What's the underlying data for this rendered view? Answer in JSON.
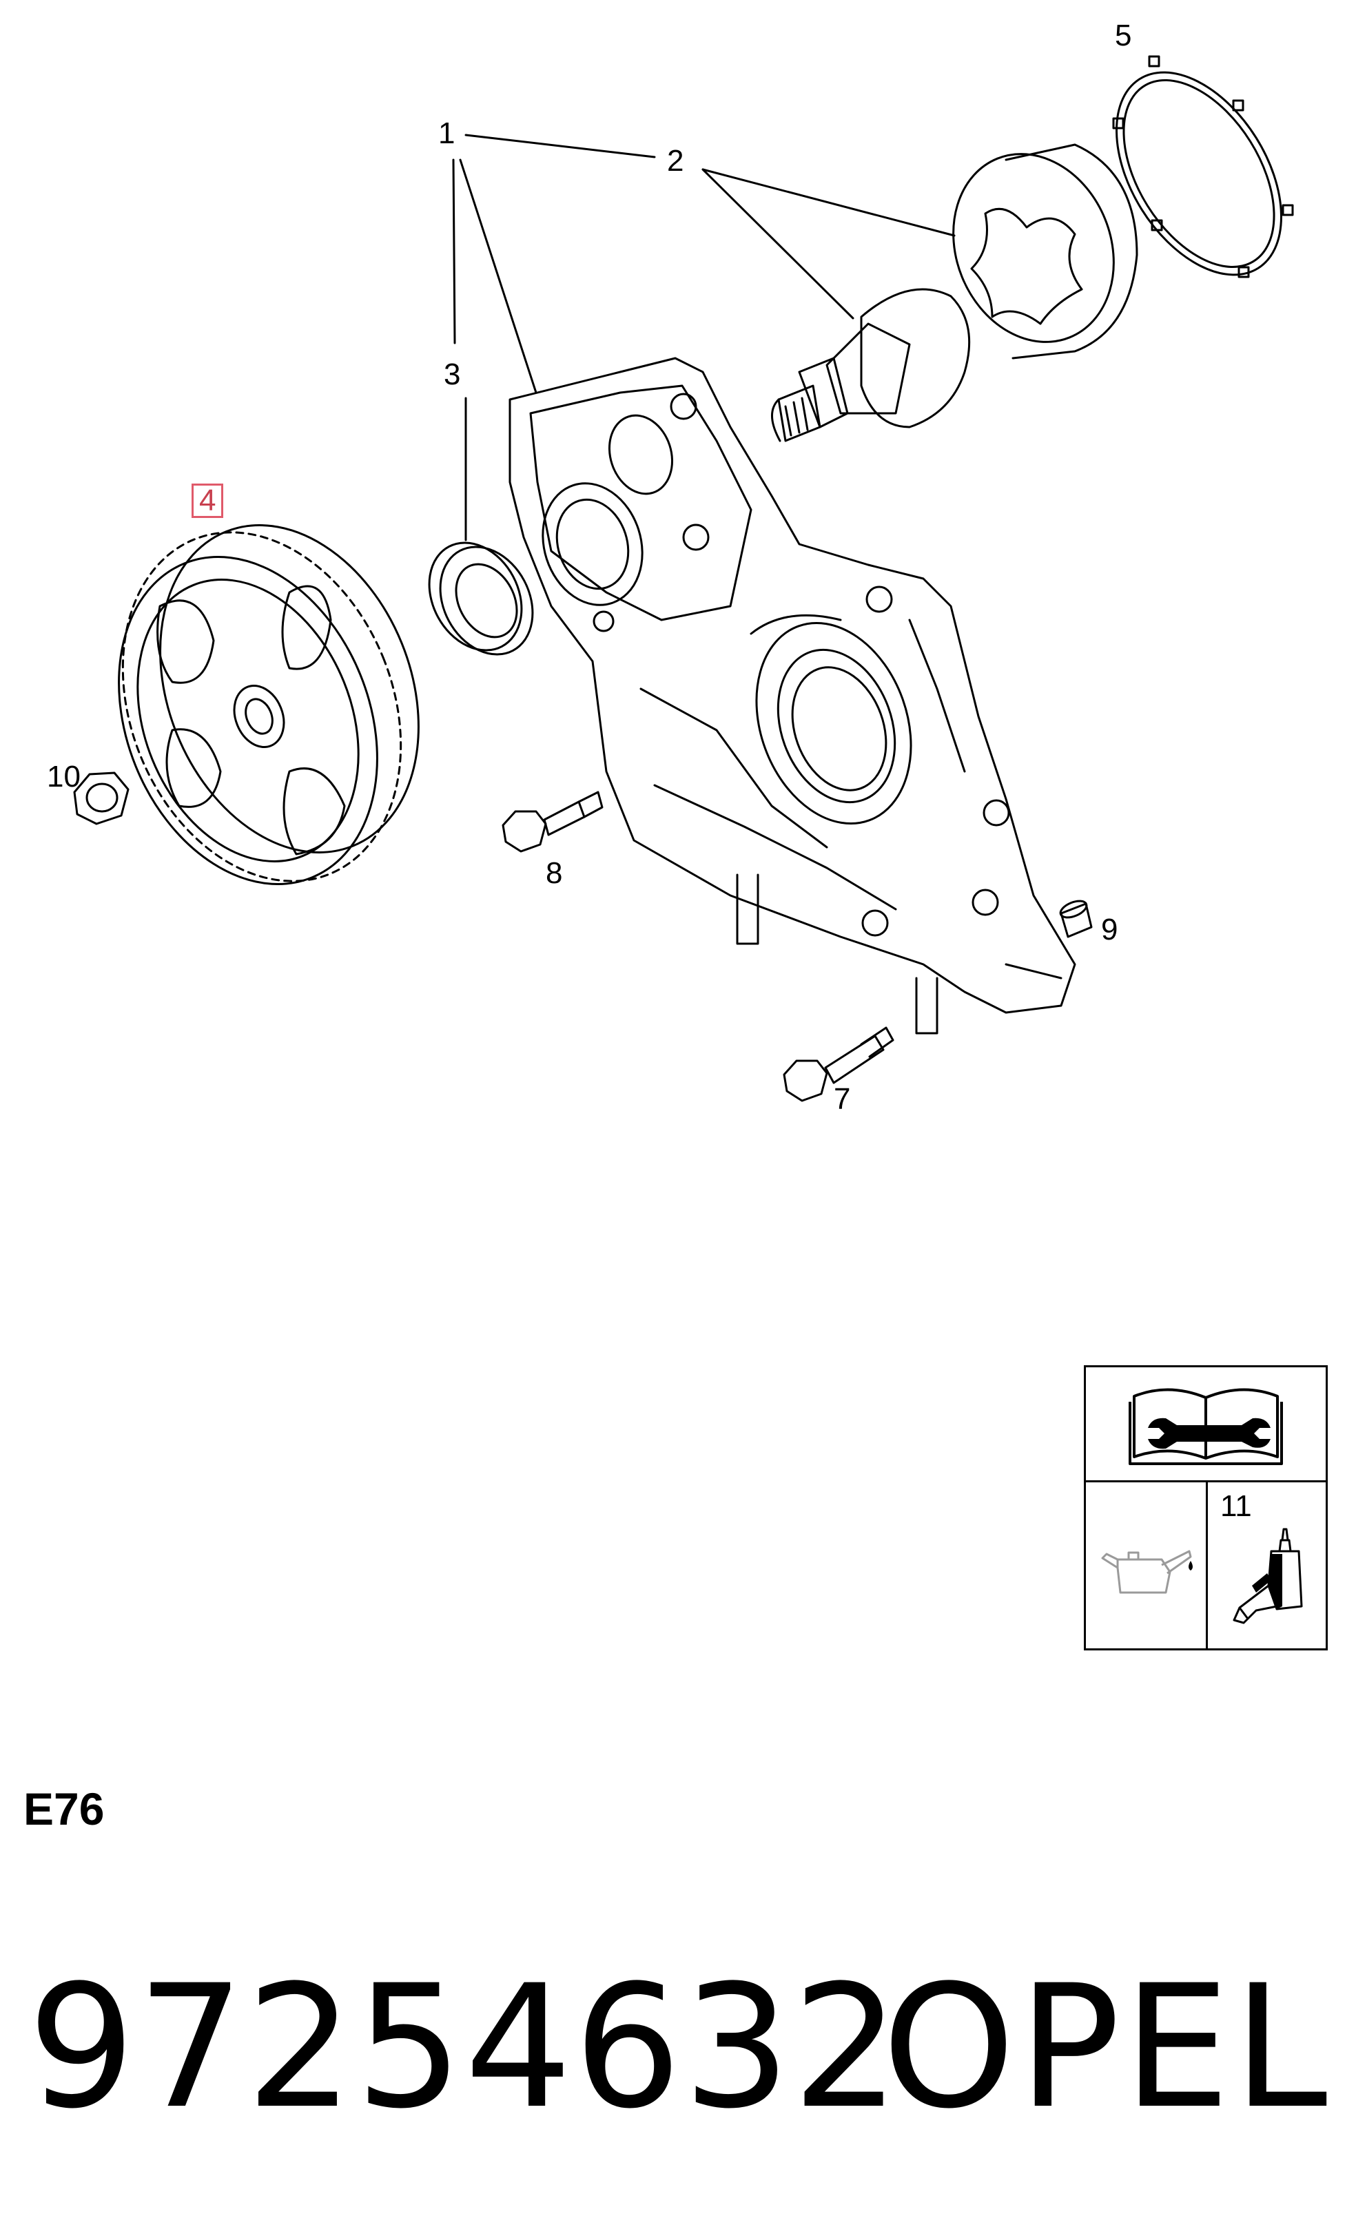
{
  "diagram": {
    "callouts": {
      "c1": "1",
      "c2": "2",
      "c3": "3",
      "c4": "4",
      "c5": "5",
      "c7": "7",
      "c8": "8",
      "c9": "9",
      "c10": "10"
    },
    "highlight_color": "#e05a6a"
  },
  "legend": {
    "item_11": "11",
    "icons": [
      "repair-manual-wrench-icon",
      "oil-can-icon",
      "sealant-bottle-icon"
    ]
  },
  "footer": {
    "section_code": "E76",
    "part_number": "97254632",
    "brand": "OPEL"
  }
}
